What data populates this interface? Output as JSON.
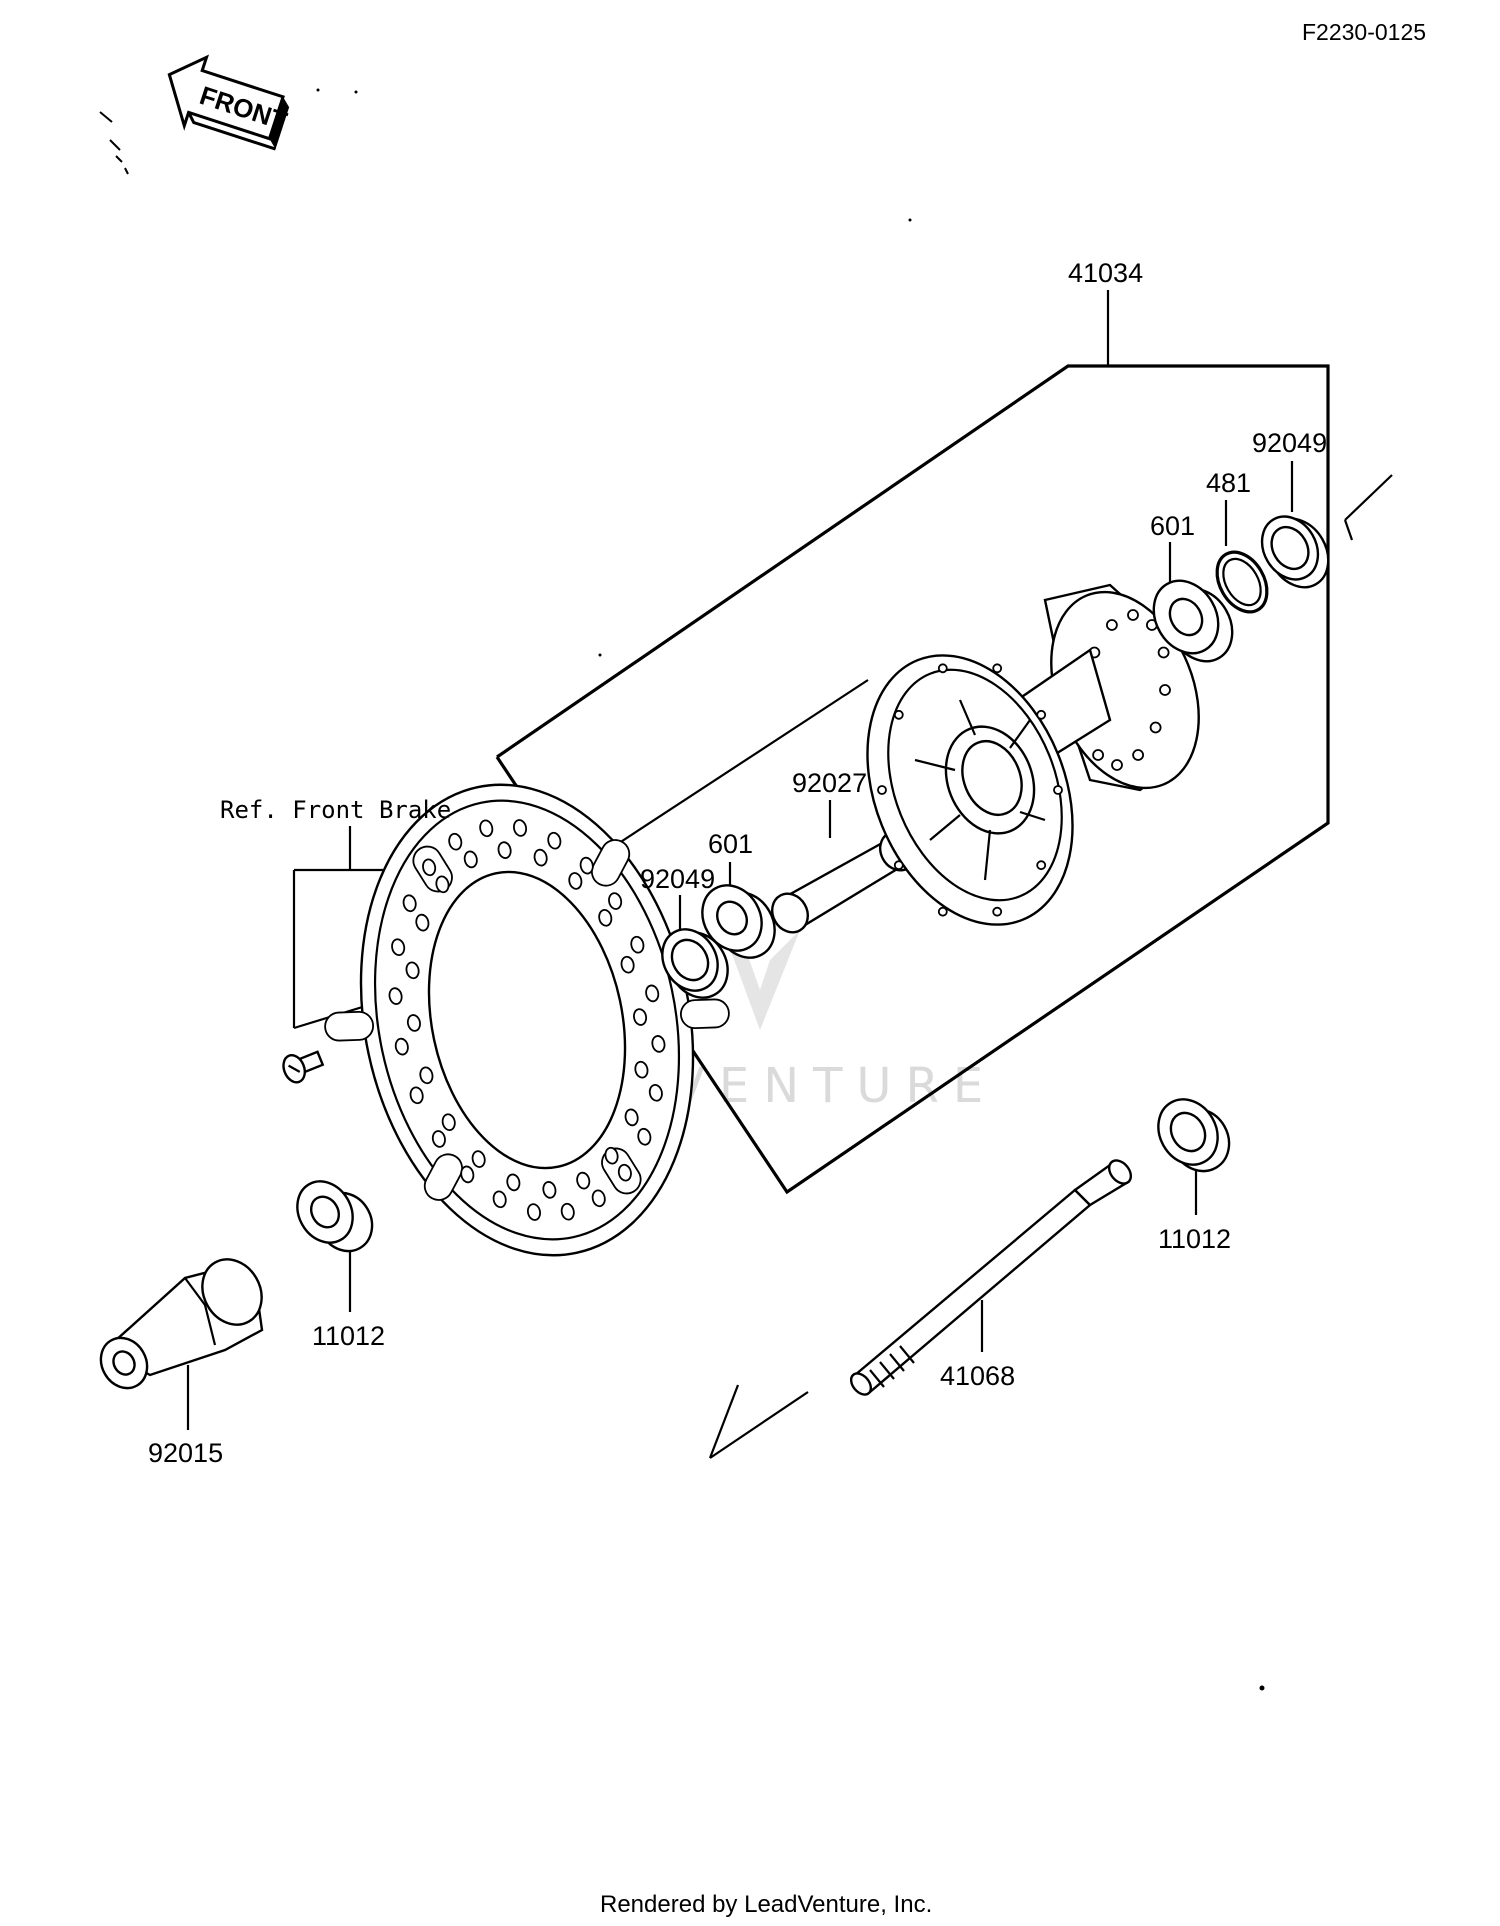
{
  "diagram_code": "F2230-0125",
  "front_arrow_label": "FRONT",
  "reference_label": "Ref. Front Brake",
  "watermark": "LEADVENTURE",
  "footer": "Rendered by LeadVenture, Inc.",
  "callouts": {
    "hub_assembly": "41034",
    "seal_right": "92049",
    "circlip": "481",
    "bearing_right": "601",
    "spacer": "92027",
    "bearing_left": "601",
    "seal_left": "92049",
    "collar_left": "11012",
    "collar_right": "11012",
    "axle": "41068",
    "axle_nut": "92015"
  }
}
